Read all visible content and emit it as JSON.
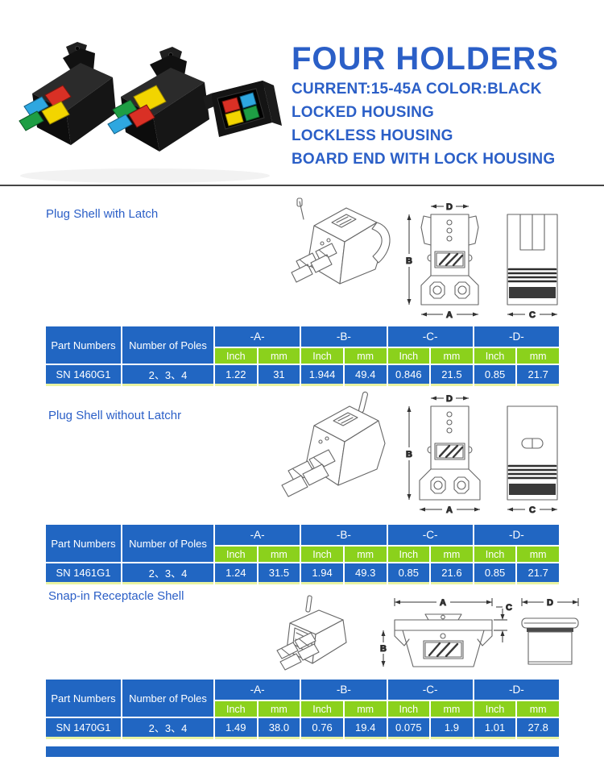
{
  "colors": {
    "title_blue": "#2b5fc7",
    "table_blue": "#2166c2",
    "green": "#8bd11c",
    "underline_yellow": "#e9f3a2"
  },
  "header": {
    "title": "FOUR HOLDERS",
    "subtitle_lines": [
      "CURRENT:15-45A COLOR:BLACK",
      "LOCKED HOUSING",
      "LOCKLESS HOUSING",
      "BOARD END WITH LOCK HOUSING"
    ],
    "product_image": {
      "description": "three black power connector housings with colored contact inserts",
      "contact_colors": [
        "#2ea7e0",
        "#d93025",
        "#1e9e44",
        "#f2d500"
      ]
    }
  },
  "dim_labels": {
    "a": "A",
    "b": "B",
    "c": "C",
    "d": "D"
  },
  "sections": [
    {
      "heading": "Plug Shell with Latch",
      "table": {
        "col1_header": "Part Numbers",
        "col2_header": "Number of Poles",
        "dim_groups": [
          "-A-",
          "-B-",
          "-C-",
          "-D-"
        ],
        "unit_headers": [
          "Inch",
          "mm"
        ],
        "row": {
          "part_number": "SN 1460G1",
          "poles": "2、3、4",
          "values": [
            "1.22",
            "31",
            "1.944",
            "49.4",
            "0.846",
            "21.5",
            "0.85",
            "21.7"
          ]
        }
      }
    },
    {
      "heading": "Plug Shell without Latchr",
      "table": {
        "col1_header": "Part Numbers",
        "col2_header": "Number of Poles",
        "dim_groups": [
          "-A-",
          "-B-",
          "-C-",
          "-D-"
        ],
        "unit_headers": [
          "Inch",
          "mm"
        ],
        "row": {
          "part_number": "SN 1461G1",
          "poles": "2、3、4",
          "values": [
            "1.24",
            "31.5",
            "1.94",
            "49.3",
            "0.85",
            "21.6",
            "0.85",
            "21.7"
          ]
        }
      }
    },
    {
      "heading": "Snap-in Receptacle Shell",
      "table": {
        "col1_header": "Part Numbers",
        "col2_header": "Number of Poles",
        "dim_groups": [
          "-A-",
          "-B-",
          "-C-",
          "-D-"
        ],
        "unit_headers": [
          "Inch",
          "mm"
        ],
        "row": {
          "part_number": "SN 1470G1",
          "poles": "2、3、4",
          "values": [
            "1.49",
            "38.0",
            "0.76",
            "19.4",
            "0.075",
            "1.9",
            "1.01",
            "27.8"
          ]
        }
      }
    }
  ]
}
